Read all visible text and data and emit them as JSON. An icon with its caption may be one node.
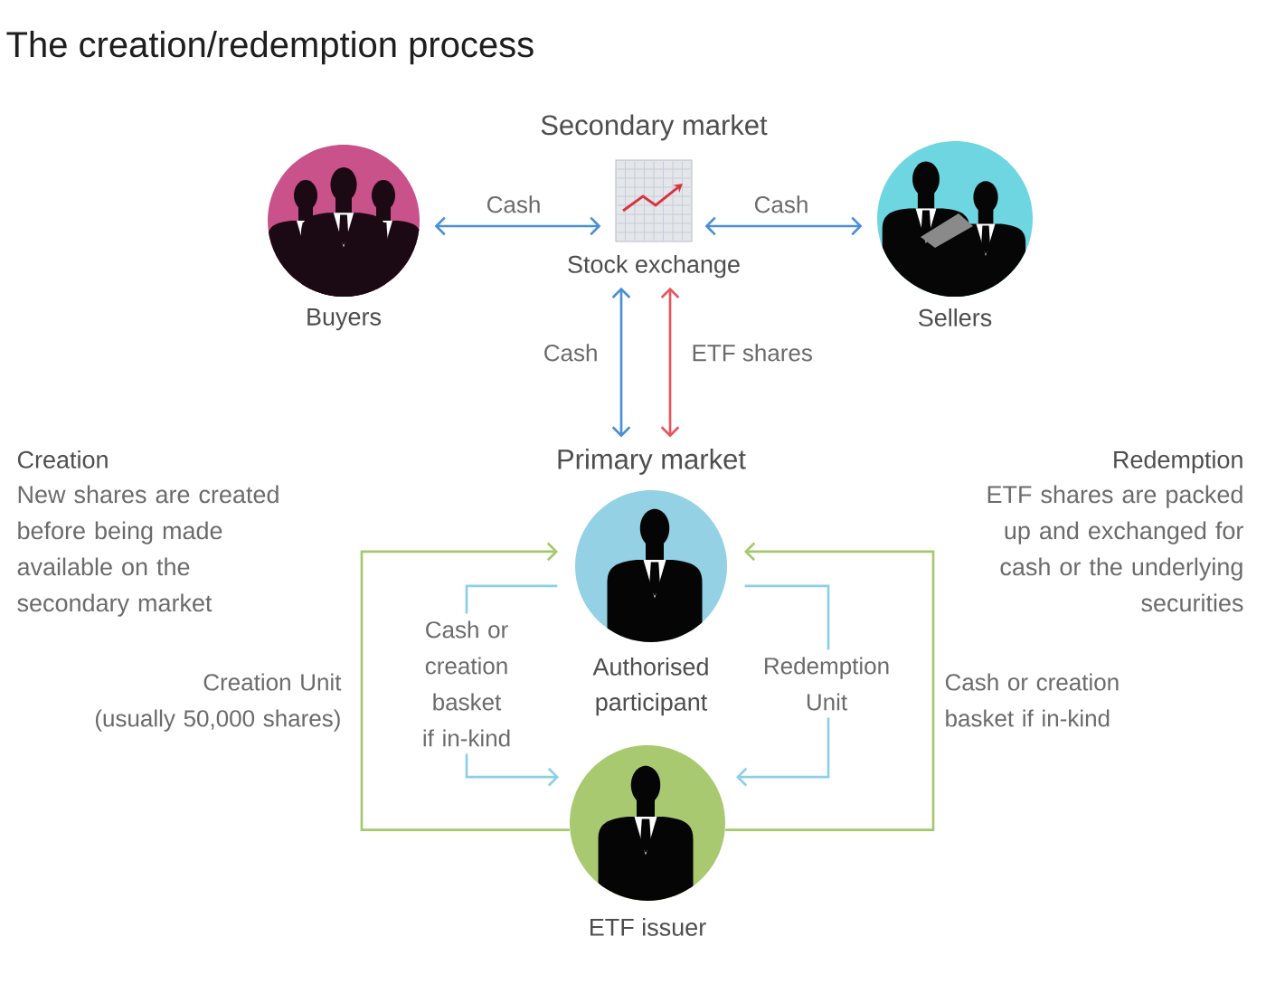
{
  "diagram": {
    "title": "The creation/redemption process",
    "nodes": [
      {
        "text": [
          "Buyers"
        ]
      },
      {
        "text": [
          "Stock exchange"
        ]
      },
      {
        "text": [
          "Sellers"
        ]
      },
      {
        "text": [
          "Primary market",
          "Authorised participant"
        ]
      },
      {
        "text": [
          "ETF issuer"
        ]
      }
    ],
    "edges": [
      {
        "from": 0,
        "to": 1,
        "arrow": "both",
        "label": "Cash"
      },
      {
        "from": 1,
        "to": 2,
        "arrow": "both",
        "label": "Cash"
      },
      {
        "from": 1,
        "to": 3,
        "arrow": "both",
        "label": "Cash"
      },
      {
        "from": 1,
        "to": 3,
        "arrow": "both",
        "label": "ETF shares",
        "color": "#e8555c"
      },
      {
        "from": 4,
        "to": 3,
        "arrow": "to",
        "label": "Creation Unit (usually 50,000 shares)",
        "color": "#a6c86c"
      },
      {
        "from": 3,
        "to": 4,
        "arrow": "to",
        "label": "Cash or creation basket if in-kind",
        "color": "#8ccfe6"
      },
      {
        "from": 3,
        "to": 4,
        "arrow": "to",
        "label": "Redemption Unit",
        "color": "#8ccfe6"
      },
      {
        "from": 4,
        "to": 3,
        "arrow": "to",
        "label": "Cash or creation basket if in-kind",
        "color": "#a6c86c"
      }
    ],
    "labels": [
      "Secondary market",
      "Creation",
      "New shares are created before being made available on the secondary market",
      "Redemption",
      "ETF shares are packed up and exchanged for cash or the underlying securities"
    ]
  }
}
